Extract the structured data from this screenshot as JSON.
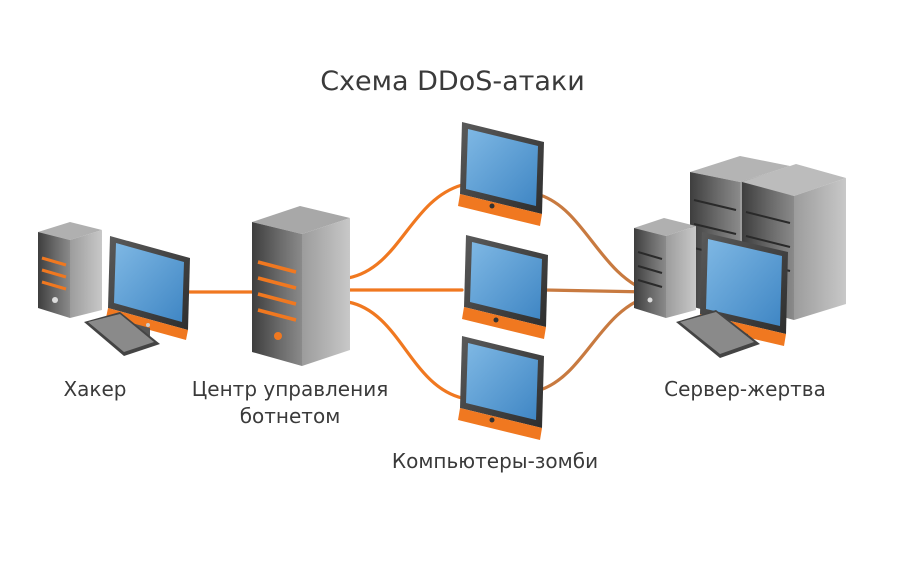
{
  "title": "Схема DDoS-атаки",
  "labels": {
    "hacker": "Хакер",
    "control_line1": "Центр управления",
    "control_line2": "ботнетом",
    "zombies": "Компьютеры-зомби",
    "victim": "Сервер-жертва"
  },
  "colors": {
    "accent": "#f07820",
    "screen": "#5a9fd4",
    "case_dark": "#4a4a4a",
    "case_light": "#9a9a9a",
    "text": "#3a3a3a"
  }
}
